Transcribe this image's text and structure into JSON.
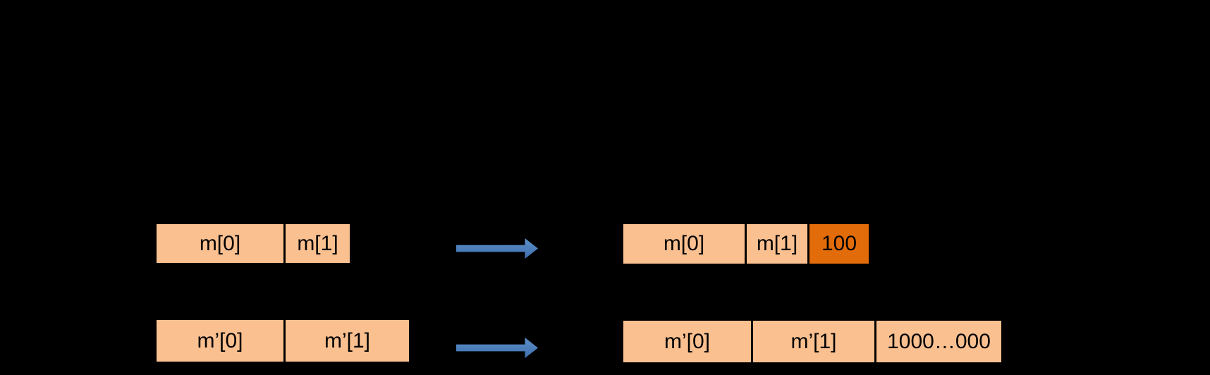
{
  "rows": [
    {
      "before": {
        "segments": [
          {
            "label": "m[0]"
          },
          {
            "label": "m[1]"
          }
        ]
      },
      "after": {
        "segments": [
          {
            "label": "m[0]"
          },
          {
            "label": "m[1]"
          },
          {
            "label": "100",
            "highlighted": true
          }
        ]
      }
    },
    {
      "before": {
        "segments": [
          {
            "label": "m’[0]"
          },
          {
            "label": "m’[1]"
          }
        ]
      },
      "after": {
        "segments": [
          {
            "label": "m’[0]"
          },
          {
            "label": "m’[1]"
          },
          {
            "label": "1000…000",
            "highlighted": false
          }
        ]
      }
    }
  ],
  "icons": {
    "row1_arrow": "right-arrow",
    "row2_arrow": "right-arrow"
  },
  "colors": {
    "background": "#000000",
    "block_fill": "#FAC090",
    "block_highlight_fill": "#E36C0A",
    "arrow_fill": "#4F81BD",
    "block_text": "#000000"
  }
}
